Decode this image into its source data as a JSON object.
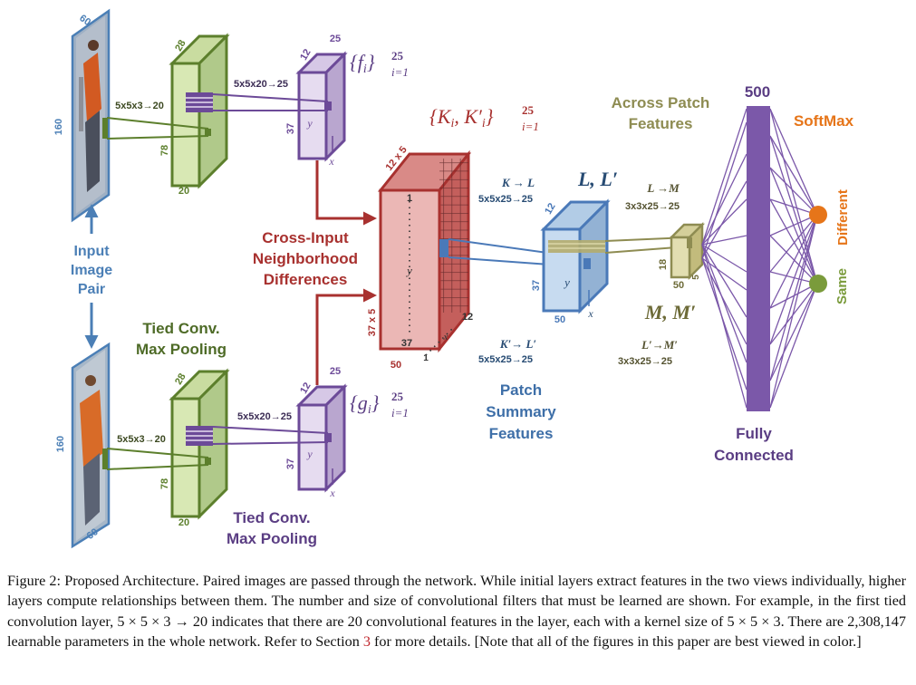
{
  "figure": {
    "input_label": [
      "Input",
      "Image",
      "Pair"
    ],
    "input_dims": {
      "height": "160",
      "width": "60"
    },
    "tied_conv_top": [
      "Tied Conv.",
      "Max Pooling"
    ],
    "tied_conv_bottom": [
      "Tied Conv.",
      "Max Pooling"
    ],
    "conv1_dims": {
      "depth": "28",
      "height": "78",
      "width": "20"
    },
    "conv1_filter": "5x5x3→20",
    "conv2_filter": "5x5x20→25",
    "conv2_dims": {
      "depth": "25",
      "width": "12",
      "height": "37"
    },
    "f_set": {
      "base": "{f",
      "sub_i": "i",
      "close": "}",
      "sup": "25",
      "sub": "i=1"
    },
    "g_set": {
      "base": "{g",
      "sub_i": "i",
      "close": "}",
      "sup": "25",
      "sub": "i=1"
    },
    "axis_y": "y",
    "axis_x": "x",
    "cross_input_label": [
      "Cross-Input",
      "Neighborhood",
      "Differences"
    ],
    "k_set": {
      "text": "{K",
      "sub_i": "i",
      "mid": ", K′",
      "close": "}",
      "sup": "25",
      "sub": "i=1"
    },
    "k_dims": {
      "top": "12 x 5",
      "left": "37 x 5",
      "bottom": "50",
      "depth": "12",
      "row1": "1",
      "row37": "37",
      "col1": "1"
    },
    "k_to_l": {
      "title": "K → L",
      "filter": "5x5x25→25"
    },
    "kp_to_lp": {
      "title": "K′→ L′",
      "filter": "5x5x25→25"
    },
    "l_title": "L, L′",
    "l_dims": {
      "depth": "12",
      "height": "37",
      "width": "50"
    },
    "patch_summary_label": [
      "Patch",
      "Summary",
      "Features"
    ],
    "across_patch_label": [
      "Across Patch",
      "Features"
    ],
    "l_to_m": {
      "title": "L →M",
      "filter": "3x3x25→25"
    },
    "lp_to_mp": {
      "title": "L′→M′",
      "filter": "3x3x25→25"
    },
    "m_title": "M, M′",
    "m_dims": {
      "height": "18",
      "width": "50",
      "depth": "5"
    },
    "fc_size": "500",
    "fc_label": [
      "Fully",
      "Connected"
    ],
    "softmax_label": "SoftMax",
    "output_different": "Different",
    "output_same": "Same",
    "colors": {
      "input": "#4b7fb6",
      "tied": "#5c7f2c",
      "tied_fill": "#d8e8b4",
      "purple": "#6c4a98",
      "purple_fill": "#e6dcf0",
      "cross": "#a8312f",
      "cross_fill": "#ebb7b5",
      "patch": "#4a79b8",
      "patch_fill": "#c7dbf0",
      "across": "#8e8c52",
      "across_fill": "#e2deb1",
      "softmax": "#e67519",
      "same": "#7a9b3b"
    }
  },
  "caption": {
    "lead": "Figure 2: Proposed Architecture. Paired images are passed through the network. While initial layers extract features in the two views individually, higher layers compute relationships between them. The number and size of convolutional filters that must be learned are shown. For example, in the first tied convolution layer, 5 × 5 × 3 → 20 indicates that there are 20 convolutional features in the layer, each with a kernel size of 5 × 5 × 3. There are 2,308,147 learnable parameters in the whole network. Refer to Section ",
    "section_ref": "3",
    "tail": " for more details. [Note that all of the figures in this paper are best viewed in color.]"
  }
}
